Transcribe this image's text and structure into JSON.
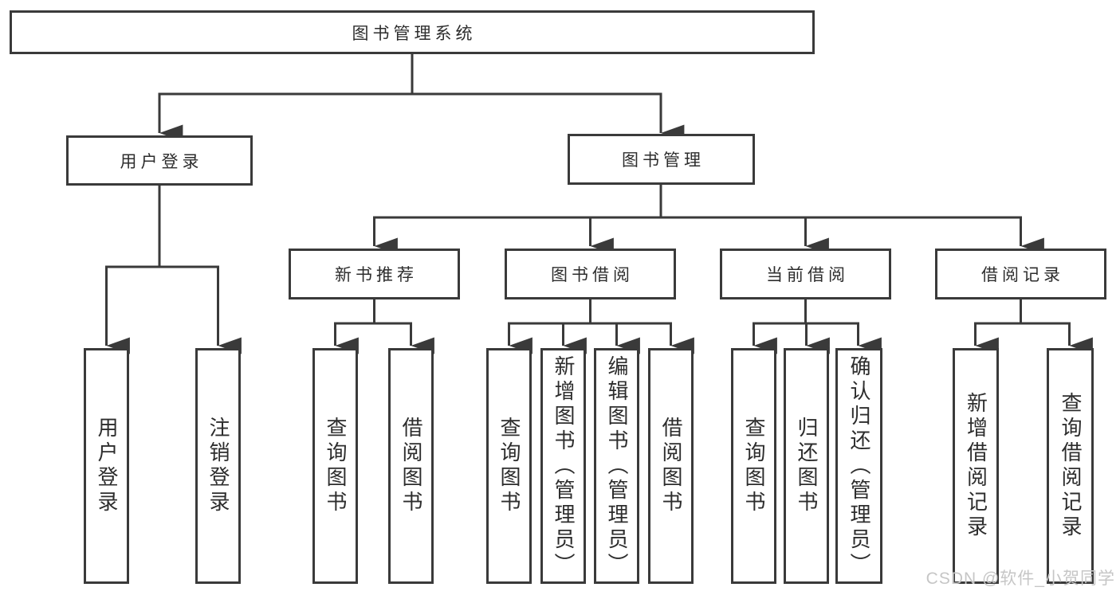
{
  "diagram_title": "图书管理系统",
  "tree": {
    "root": {
      "label": "图书管理系统"
    },
    "children": [
      {
        "label": "用户登录",
        "leaves": [
          {
            "label": "用户登录"
          },
          {
            "label": "注销登录"
          }
        ]
      },
      {
        "label": "图书管理",
        "children": [
          {
            "label": "新书推荐",
            "leaves": [
              {
                "label": "查询图书"
              },
              {
                "label": "借阅图书"
              }
            ]
          },
          {
            "label": "图书借阅",
            "leaves": [
              {
                "label": "查询图书"
              },
              {
                "label": "新增图书（管理员）"
              },
              {
                "label": "编辑图书（管理员）"
              },
              {
                "label": "借阅图书"
              }
            ]
          },
          {
            "label": "当前借阅",
            "leaves": [
              {
                "label": "查询图书"
              },
              {
                "label": "归还图书"
              },
              {
                "label": "确认归还（管理员）"
              }
            ]
          },
          {
            "label": "借阅记录",
            "leaves": [
              {
                "label": "新增借阅记录"
              },
              {
                "label": "查询借阅记录"
              }
            ]
          }
        ]
      }
    ]
  },
  "watermark": {
    "text": "CSDN @软件_小贺同学"
  },
  "colors": {
    "line": "#3a3a3a",
    "text": "#2d2d2d",
    "box_background": "#ffffff",
    "watermark": "#c6c6c6",
    "page_background": "#ffffff"
  }
}
